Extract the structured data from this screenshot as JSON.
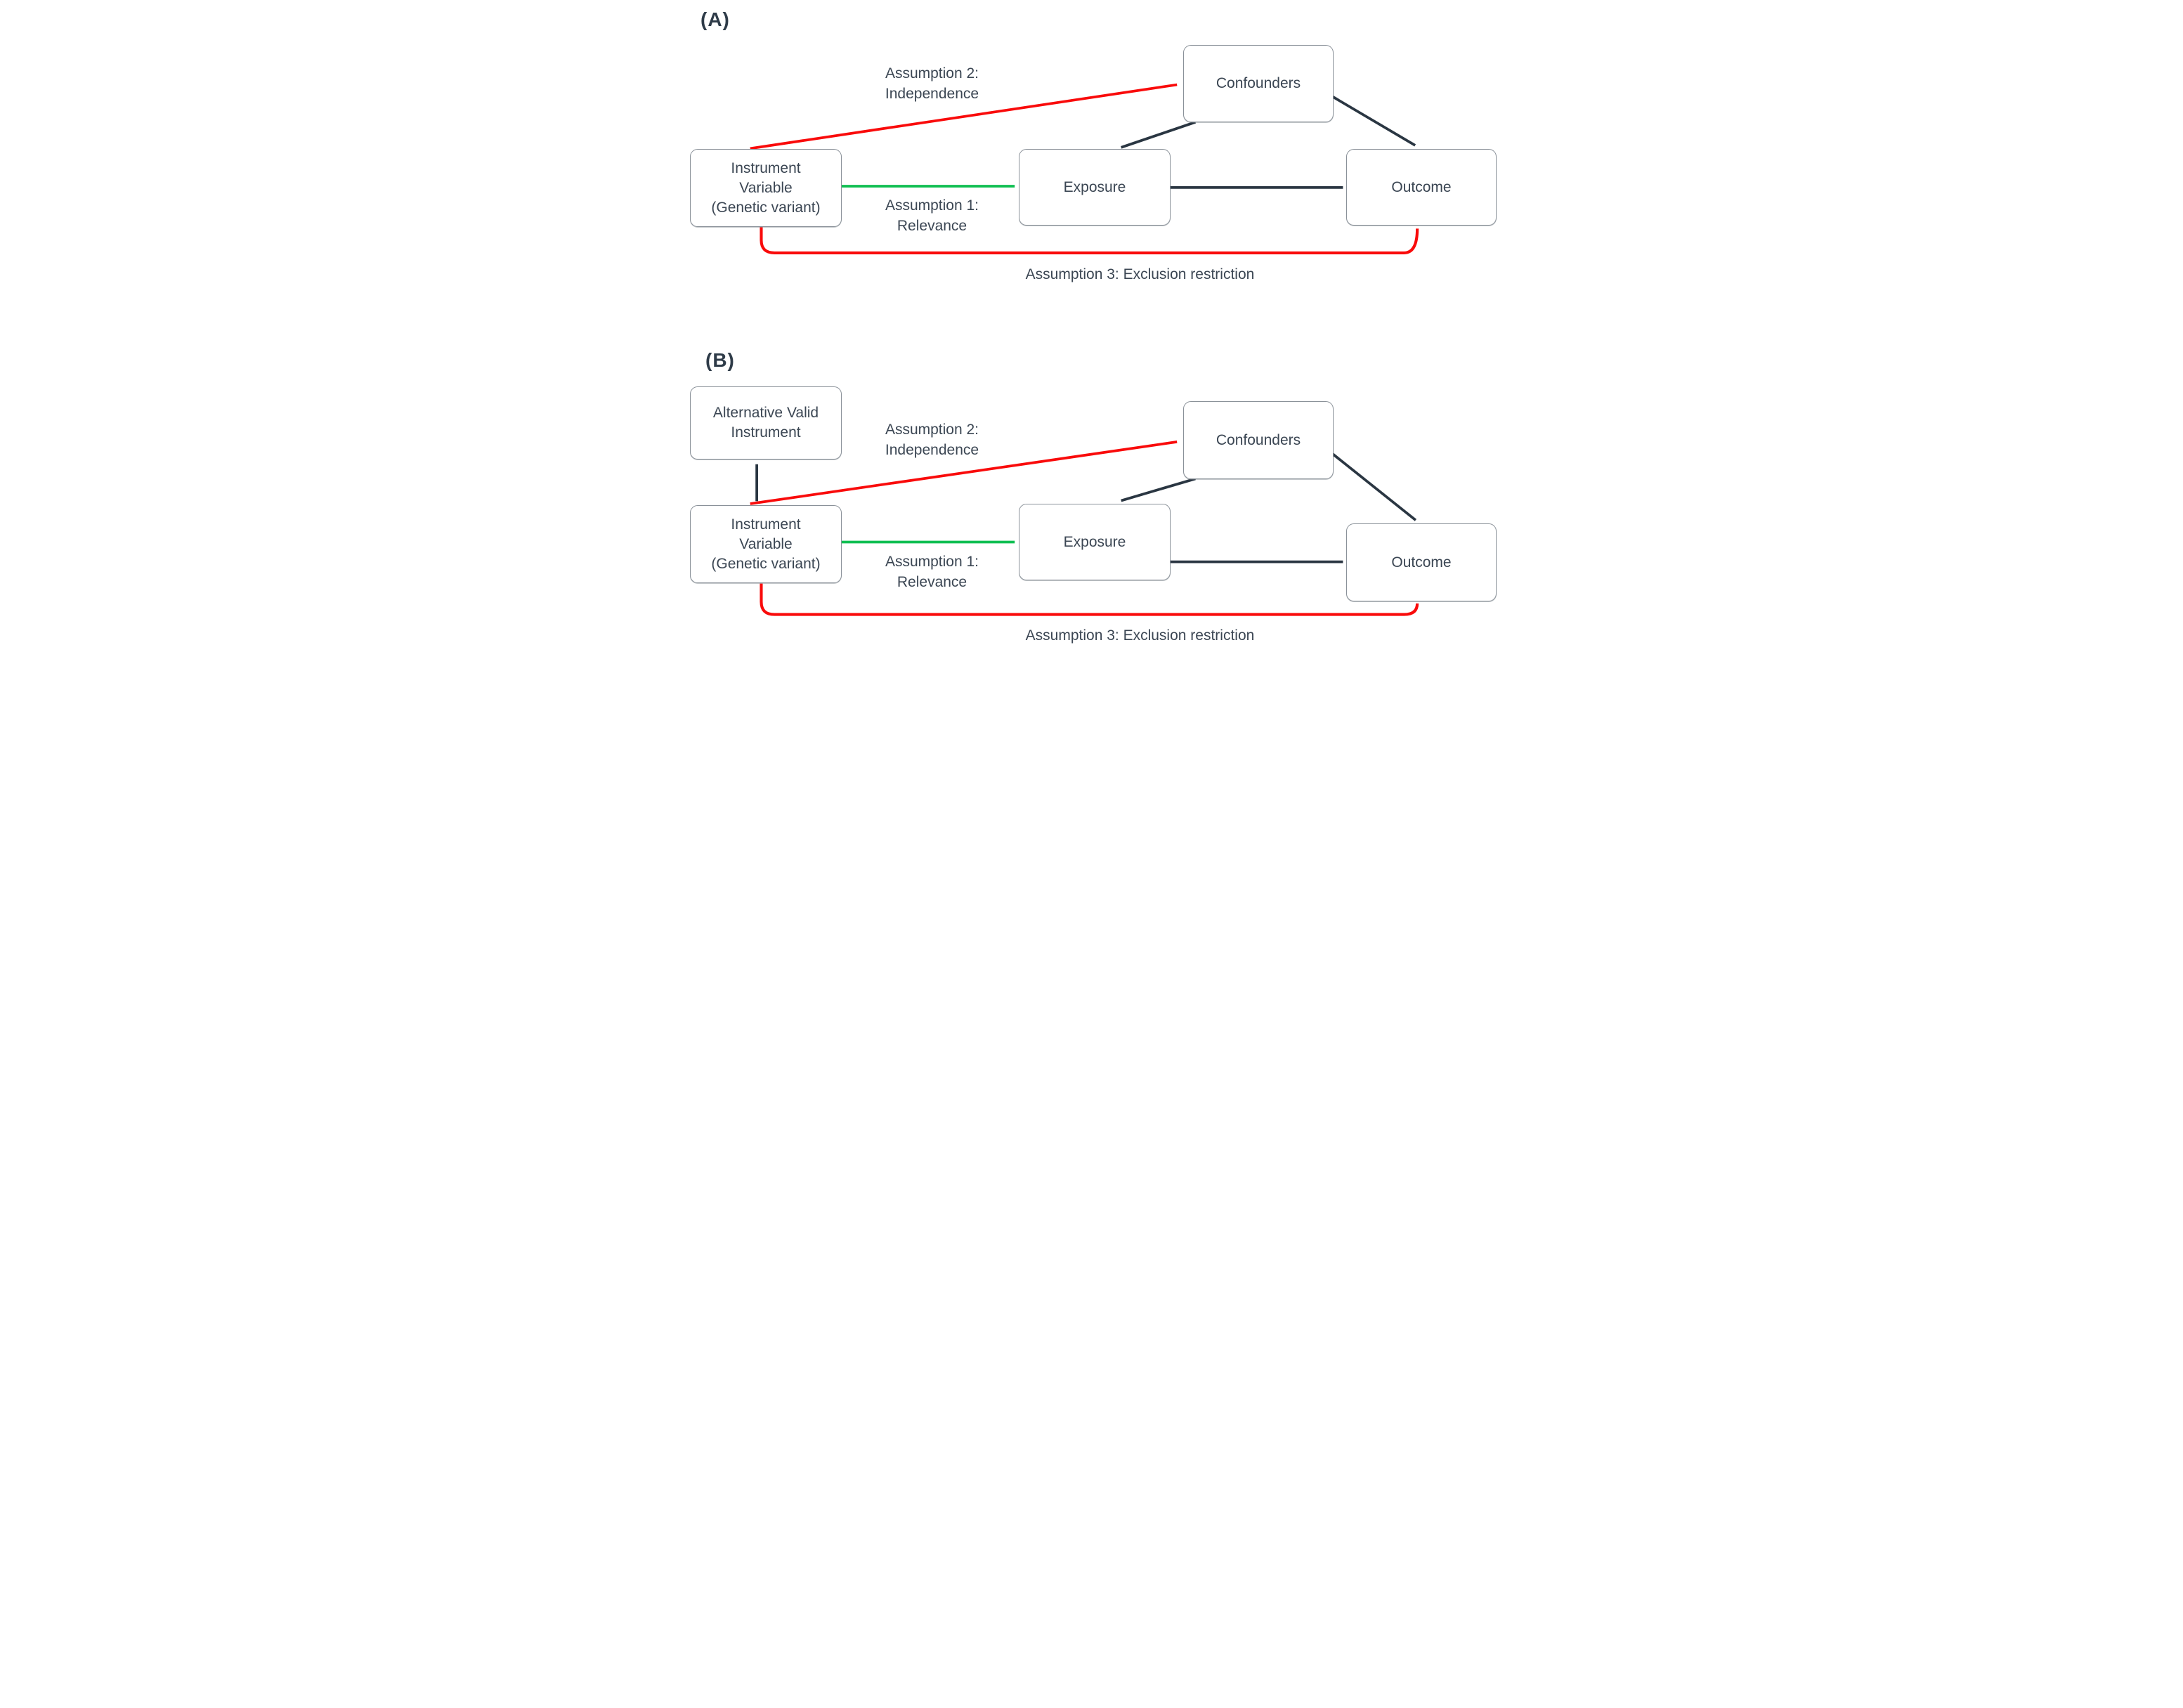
{
  "figure": {
    "panel_a": {
      "label": "(A)",
      "nodes": {
        "instrument_line1": "Instrument",
        "instrument_line2": "Variable",
        "instrument_line3": "(Genetic variant)",
        "exposure": "Exposure",
        "confounders": "Confounders",
        "outcome": "Outcome"
      },
      "annotations": {
        "assumption2_line1": "Assumption 2:",
        "assumption2_line2": "Independence",
        "assumption1_line1": "Assumption 1:",
        "assumption1_line2": "Relevance",
        "assumption3": "Assumption 3: Exclusion restriction"
      }
    },
    "panel_b": {
      "label": "(B)",
      "nodes": {
        "alt_instrument_line1": "Alternative Valid",
        "alt_instrument_line2": "Instrument",
        "instrument_line1": "Instrument",
        "instrument_line2": "Variable",
        "instrument_line3": "(Genetic variant)",
        "exposure": "Exposure",
        "confounders": "Confounders",
        "outcome": "Outcome"
      },
      "annotations": {
        "assumption2_line1": "Assumption 2:",
        "assumption2_line2": "Independence",
        "assumption1_line1": "Assumption 1:",
        "assumption1_line2": "Relevance",
        "assumption3": "Assumption 3: Exclusion restriction"
      }
    }
  },
  "colors": {
    "arrow_dark": "#2a3642",
    "arrow_red": "#f90b0b",
    "arrow_green": "#10bf52",
    "node_text": "#3b4653",
    "node_border": "#8a9199",
    "background": "#ffffff"
  }
}
